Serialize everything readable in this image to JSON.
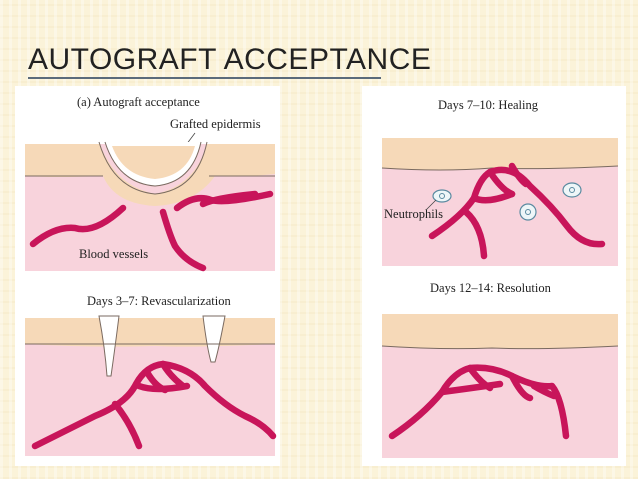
{
  "slide": {
    "title": "AUTOGRAFT ACCEPTANCE"
  },
  "panels": {
    "a": {
      "title": "(a) Autograft acceptance",
      "label_epidermis": "Grafted epidermis",
      "label_vessels": "Blood vessels"
    },
    "b": {
      "title": "Days 3–7: Revascularization"
    },
    "c": {
      "title": "Days 7–10: Healing",
      "label_neutrophils": "Neutrophils"
    },
    "d": {
      "title": "Days 12–14: Resolution"
    }
  },
  "colors": {
    "vessel": "#c8155a",
    "epidermis": "#f6d9b8",
    "dermis": "#f8d3dc"
  }
}
